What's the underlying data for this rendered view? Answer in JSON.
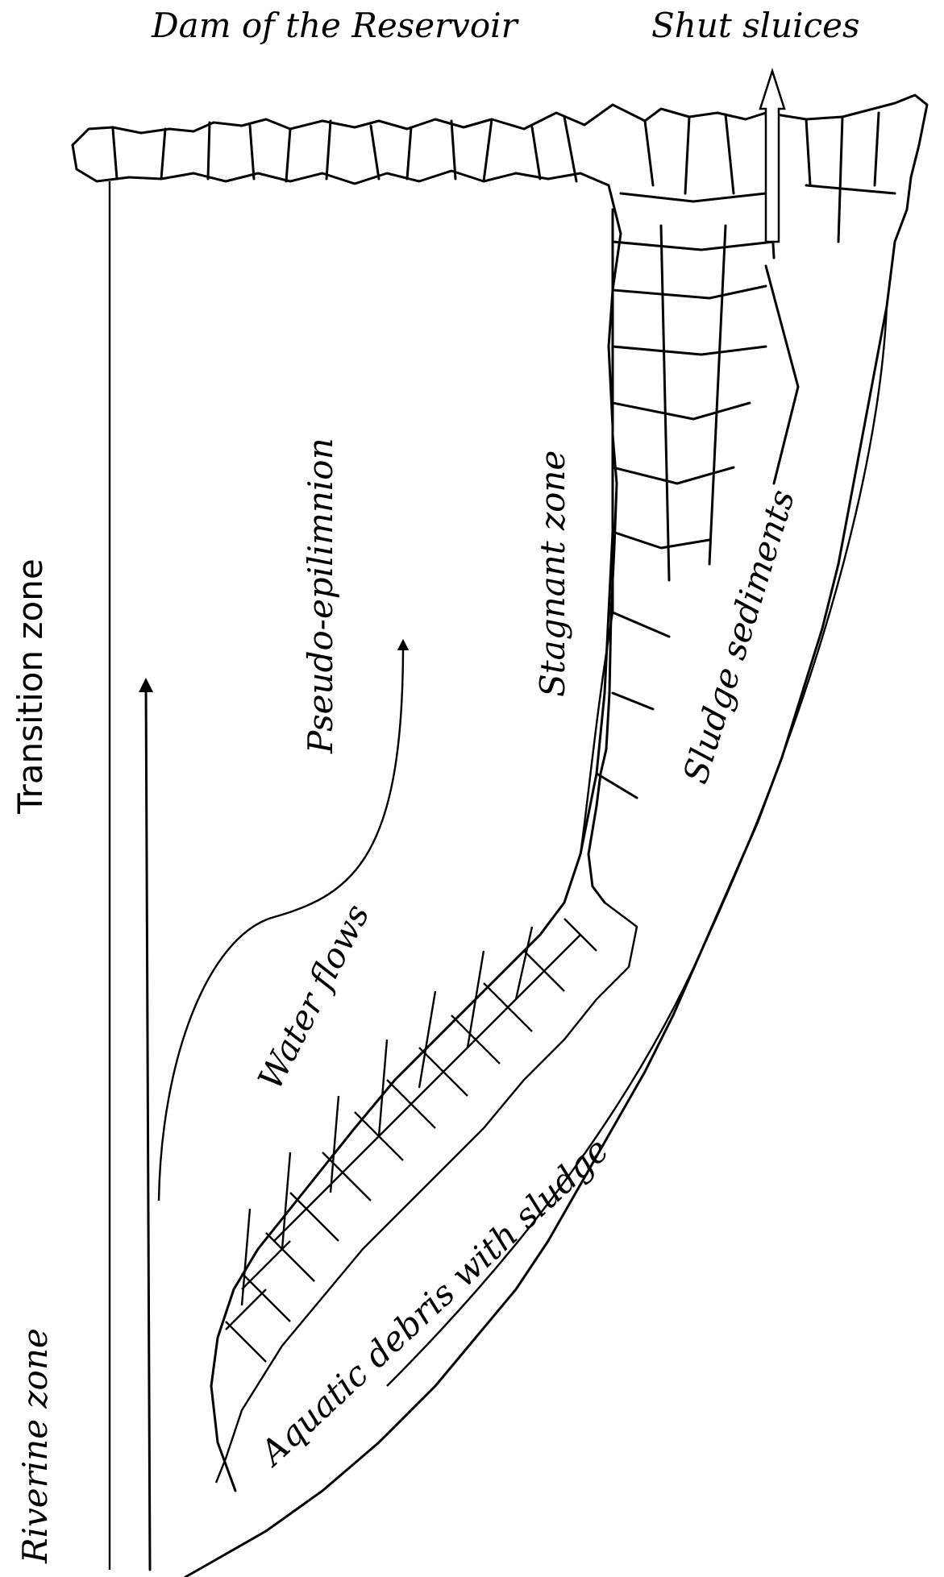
{
  "labels": {
    "dam": "Dam of the Reservoir",
    "sluices": "Shut sluices",
    "transition": "Transition zone",
    "riverine": "Riverine zone",
    "pseudo": "Pseudo-epilimnion",
    "stagnant": "Stagnant zone",
    "sludge_sed": "Sludge sediments",
    "water_flows": "Water flows",
    "debris": "Aquatic debris with sludge"
  },
  "colors": {
    "ink": "#000000",
    "background": "#ffffff"
  }
}
